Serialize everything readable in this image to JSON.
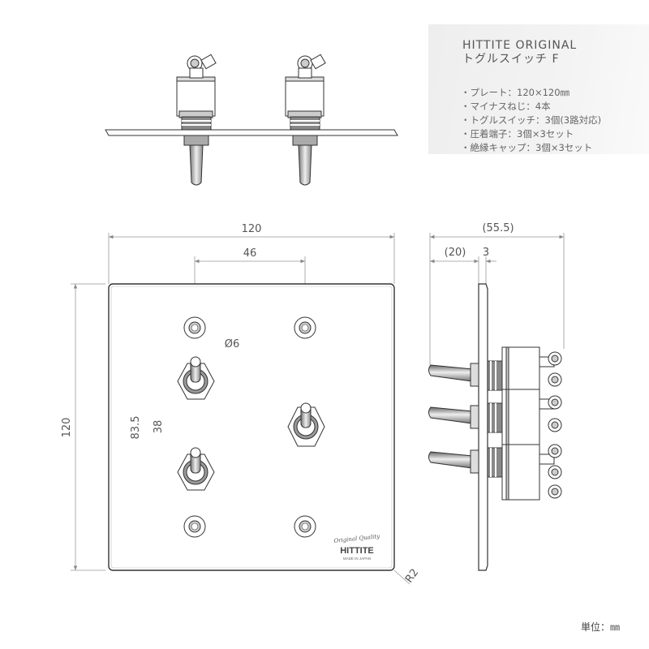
{
  "info": {
    "brand": "HITTITE ORIGINAL",
    "product": "トグルスイッチ F",
    "specs": [
      "・プレート：120×120㎜",
      "・マイナスねじ：4本",
      "・トグルスイッチ：3個(3路対応)",
      "・圧着端子：3個×3セット",
      "・絶縁キャップ：3個×3セット"
    ]
  },
  "dimensions": {
    "plate_width": "120",
    "plate_height": "120",
    "screw_spacing": "46",
    "screw_vertical": "83.5",
    "switch_spacing": "38",
    "hole_diameter": "Ø6",
    "corner_radius": "R2",
    "depth_total": "(55.5)",
    "depth_front": "(20)",
    "plate_thickness": "3"
  },
  "logo": {
    "script": "Original Quality",
    "brand": "HITTITE",
    "tagline": "MADE IN JAPAN"
  },
  "unit": "単位：㎜",
  "colors": {
    "line": "#333333",
    "dimension": "#888888",
    "panel": "#eeeeee"
  }
}
